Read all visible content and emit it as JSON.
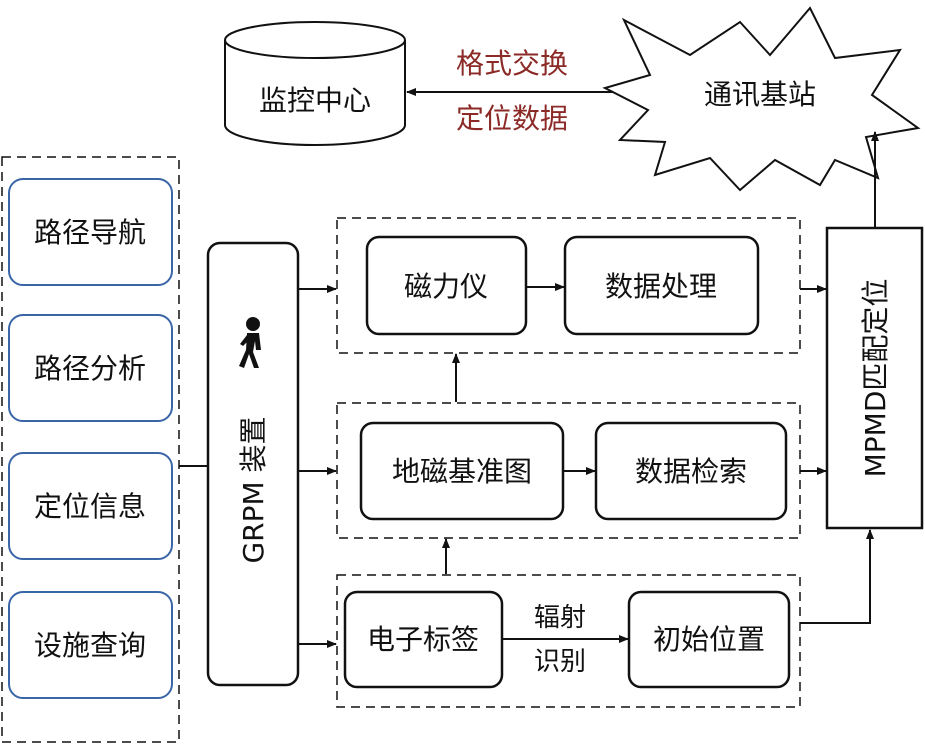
{
  "center": {
    "label": "监控中心"
  },
  "station": {
    "label": "通讯基站"
  },
  "exchange": {
    "line1": "格式交换",
    "line2": "定位数据"
  },
  "left_menu": {
    "items": [
      {
        "label": "路径导航"
      },
      {
        "label": "路径分析"
      },
      {
        "label": "定位信息"
      },
      {
        "label": "设施查询"
      }
    ]
  },
  "device": {
    "label": "GRPM 装置",
    "icon": "walking-person-icon"
  },
  "row1": {
    "a": "磁力仪",
    "b": "数据处理"
  },
  "row2": {
    "a": "地磁基准图",
    "b": "数据检索"
  },
  "row3": {
    "a": "电子标签",
    "mid_line1": "辐射",
    "mid_line2": "识别",
    "b": "初始位置"
  },
  "matcher": {
    "label": "MPMD匹配定位"
  },
  "colors": {
    "box_border_blue": "#3a66a8",
    "accent_red": "#8b2a26",
    "line": "#111111"
  }
}
